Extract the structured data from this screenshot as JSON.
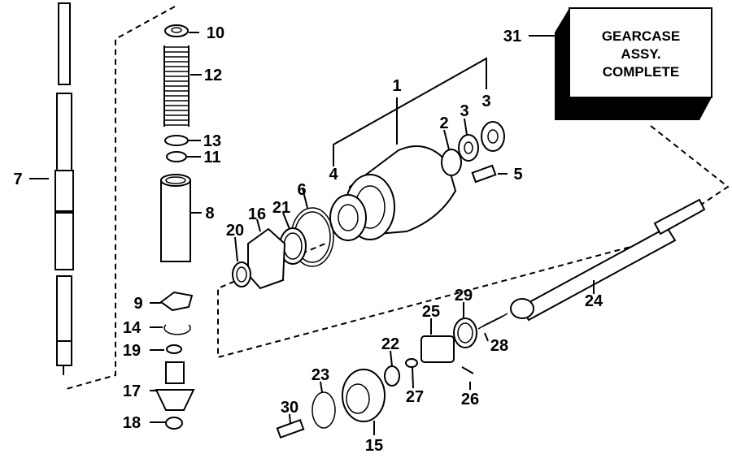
{
  "title_box": {
    "lines": [
      "GEARCASE",
      "ASSY.",
      "COMPLETE"
    ]
  },
  "callouts": {
    "p1": "1",
    "p2": "2",
    "p3a": "3",
    "p3b": "3",
    "p4": "4",
    "p5": "5",
    "p6": "6",
    "p7": "7",
    "p8": "8",
    "p9": "9",
    "p10": "10",
    "p11": "11",
    "p12": "12",
    "p13": "13",
    "p14": "14",
    "p15": "15",
    "p16": "16",
    "p17": "17",
    "p18": "18",
    "p19": "19",
    "p20": "20",
    "p21": "21",
    "p22": "22",
    "p23": "23",
    "p24": "24",
    "p25": "25",
    "p26": "26",
    "p27": "27",
    "p28": "28",
    "p29": "29",
    "p30": "30",
    "p31": "31"
  }
}
